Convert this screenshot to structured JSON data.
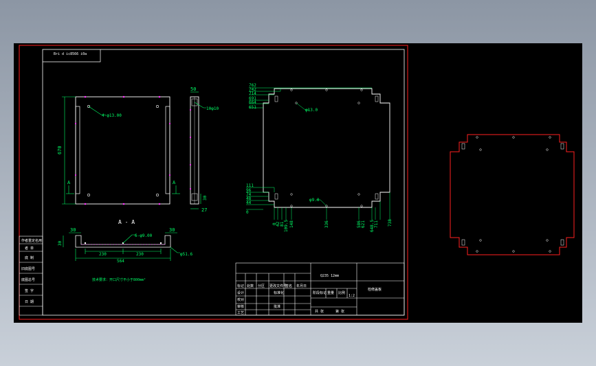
{
  "colors": {
    "background": "#000000",
    "border_red": "#ff2020",
    "frame_white": "#ffffff",
    "dimension_green": "#00ff66",
    "hole_magenta": "#ff33ff"
  },
  "title_box": {
    "text": "Bri d ic8566 i0a"
  },
  "views": {
    "front": {
      "height_dim": "670",
      "hole_label": "4-φ13.00",
      "section_mark": "A"
    },
    "side": {
      "top_dim": "50",
      "hole_label": "10φ10",
      "bottom_dims": [
        "30",
        "27"
      ]
    },
    "section": {
      "title": "A - A",
      "left_dim": "30",
      "right_dim": "30",
      "hole_label": "6-φ9.00",
      "height_dim": "30",
      "sub_dims": [
        "230",
        "230"
      ],
      "total_dim": "564",
      "end_label": "φ51.6",
      "note": "技术要求：开口尺寸不小于800mm²"
    },
    "plan": {
      "left_dims": [
        "762",
        "742",
        "714",
        "691",
        "664",
        "651"
      ],
      "hole_label": "φ13.0",
      "left_bottom_dims": [
        "111",
        "96",
        "74",
        "48",
        "44",
        "0"
      ],
      "inner_label": "φ9.0",
      "bottom_dims": [
        "0",
        "42",
        "81",
        "109.5",
        "148",
        "336",
        "586",
        "621",
        "648.5",
        "711",
        "738"
      ]
    }
  },
  "left_panel": {
    "rows": [
      "作者重定名用",
      "者 单",
      "底 制",
      "旧底图号",
      "底图总号",
      "签 字",
      "日 期"
    ]
  },
  "title_block": {
    "cells": [
      "标记",
      "处数",
      "分区",
      "更改文件号",
      "签名",
      "年月日"
    ],
    "left_rows": [
      "设计",
      "校对",
      "审核",
      "工艺"
    ],
    "mid_rows": [
      "标准化",
      "批准"
    ],
    "material": "Q235  12mm",
    "stage_row": [
      "阶段标记",
      "重量",
      "比例"
    ],
    "scale": "1:2",
    "sheet_row": [
      "共 张",
      "第 张"
    ],
    "drawing_name": "检修盖板"
  }
}
